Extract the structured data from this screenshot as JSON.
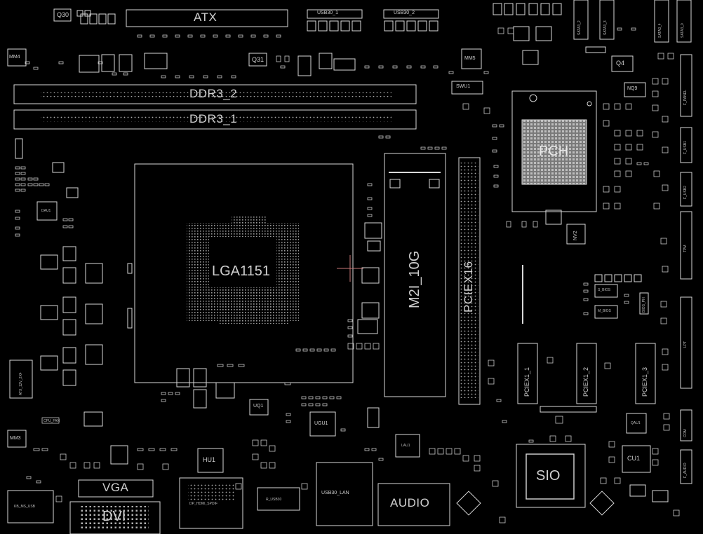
{
  "labels": {
    "atx": "ATX",
    "usb30_1": "USB30_1",
    "usb30_2": "USB30_2",
    "q30": "Q30",
    "mm4": "MM4",
    "mm5": "MM5",
    "mm3": "MM3",
    "q31": "Q31",
    "q4": "Q4",
    "nq9": "NQ9",
    "ddr3_2": "DDR3_2",
    "ddr3_1": "DDR3_1",
    "swu1": "SWU1",
    "lga": "LGA1151",
    "m2": "M2I_10G",
    "pciex16": "PCIEX16",
    "pch": "PCH",
    "nv2": "NV2",
    "pciex1_1": "PCIEX1_1",
    "pciex1_2": "PCIEX1_2",
    "pciex1_3": "PCIEX1_3",
    "sio": "SIO",
    "cu1": "CU1",
    "audio": "AUDIO",
    "usb30_lan": "USB30_LAN",
    "vga": "VGA",
    "dvi": "DVI",
    "ks_ms_usb": "KB_MS_USB",
    "hu1": "HU1",
    "dp_hdmi": "DP_HDMI_SPDIF",
    "r_usb30": "R_USB30",
    "uq1": "UQ1",
    "ugu1": "UGU1",
    "lau1": "LAU1",
    "qau1": "QAU1",
    "dau1": "DAU1",
    "sata3_2": "SATA3_2",
    "sata3_3": "SATA3_3",
    "sata3_4": "SATA3_4",
    "sata3_0": "SATA3_0",
    "f_panel": "F_PANEL",
    "f_usb1": "F_USB1",
    "f_usb2": "F_USB2",
    "tpm": "TPM",
    "lpt": "LPT",
    "com": "COM",
    "f_audio": "F_AUDIO",
    "s_bios": "S_BIOS",
    "m_bios": "M_BIOS",
    "bios_ph": "BIOS_PH",
    "atx_12v": "ATX_12V_2X4",
    "cpu_fan": "CPU_FAN"
  },
  "colors": {
    "background": "#000000",
    "trace": "#d8d8d8",
    "marker": "#c87878"
  }
}
